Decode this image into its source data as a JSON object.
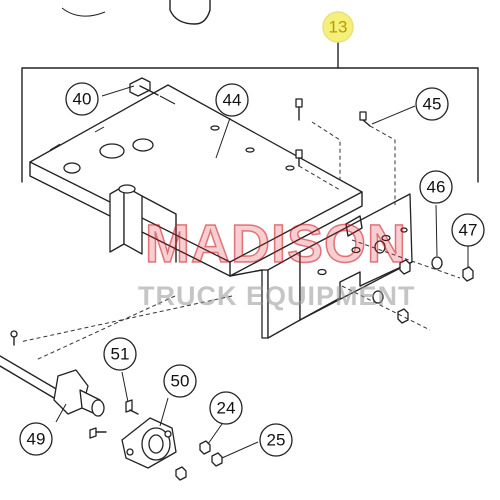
{
  "callouts": {
    "c13": "13",
    "c40": "40",
    "c44": "44",
    "c45": "45",
    "c46": "46",
    "c47": "47",
    "c51": "51",
    "c50": "50",
    "c49": "49",
    "c24": "24",
    "c25": "25"
  },
  "watermark": {
    "name": "MADISON",
    "subtitle": "TRUCK EQUIPMENT"
  },
  "colors": {
    "highlight": "#f5f07a",
    "watermark_red": "#e01e28",
    "line": "#222222"
  }
}
